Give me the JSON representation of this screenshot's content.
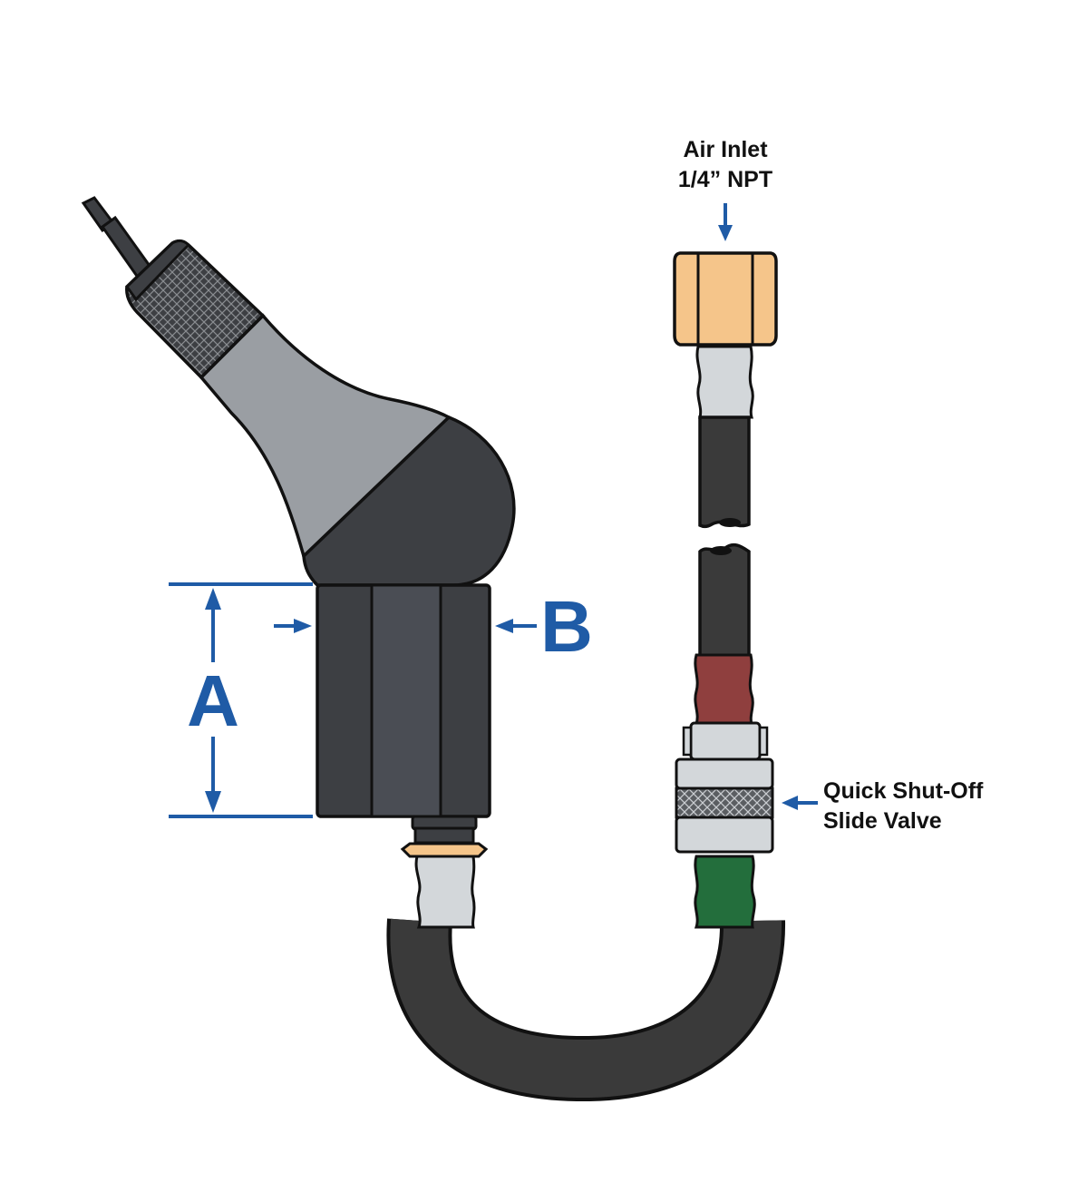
{
  "labels": {
    "air_inlet_line1": "Air Inlet",
    "air_inlet_line2": "1/4” NPT",
    "quick_shutoff_line1": "Quick Shut-Off",
    "quick_shutoff_line2": "Slide Valve",
    "dimension_a": "A",
    "dimension_b": "B"
  },
  "colors": {
    "accent_blue": "#1f5ba6",
    "tool_dark": "#3d3f43",
    "tool_grey": "#9a9ea3",
    "hose": "#3a3a3a",
    "brass": "#f5c58a",
    "silver": "#d3d7da",
    "red_collar": "#8f3f3e",
    "green_collar": "#236e3c",
    "outline": "#111111"
  },
  "icons": {
    "dimension_arrow": "arrow-icon",
    "callout_arrow": "arrow-icon"
  }
}
